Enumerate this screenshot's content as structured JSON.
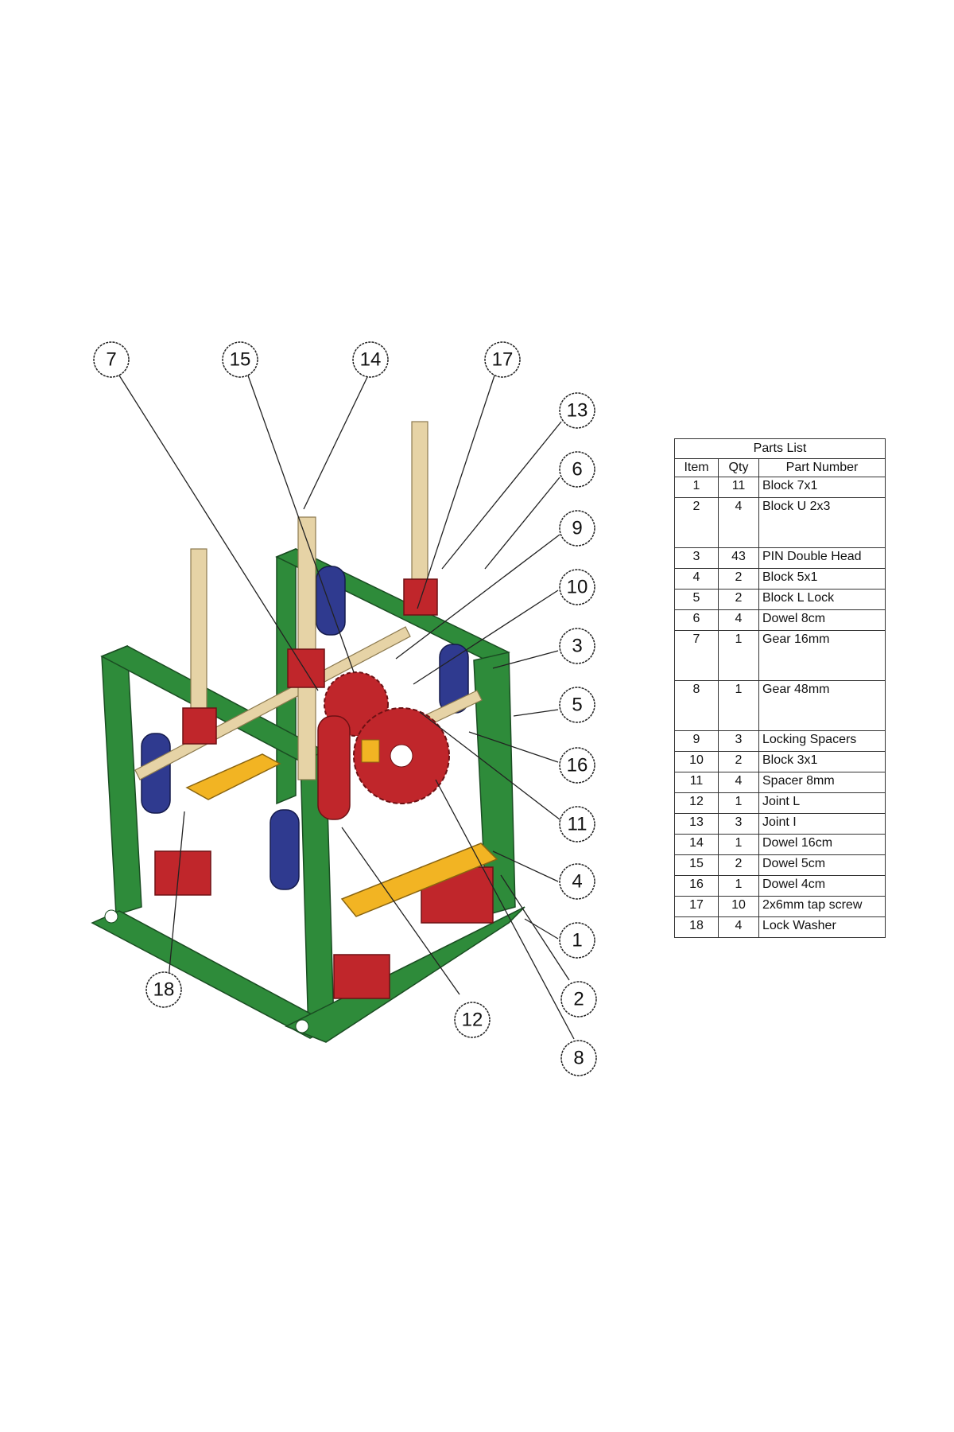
{
  "parts_list": {
    "title": "Parts List",
    "headers": {
      "item": "Item",
      "qty": "Qty",
      "part": "Part Number"
    },
    "rows": [
      {
        "item": "1",
        "qty": "11",
        "part": "Block 7x1",
        "tall": false
      },
      {
        "item": "2",
        "qty": "4",
        "part": "Block U 2x3",
        "tall": true
      },
      {
        "item": "3",
        "qty": "43",
        "part": "PIN Double Head",
        "tall": false
      },
      {
        "item": "4",
        "qty": "2",
        "part": "Block 5x1",
        "tall": false
      },
      {
        "item": "5",
        "qty": "2",
        "part": "Block L Lock",
        "tall": false
      },
      {
        "item": "6",
        "qty": "4",
        "part": "Dowel 8cm",
        "tall": false
      },
      {
        "item": "7",
        "qty": "1",
        "part": "Gear 16mm",
        "tall": true
      },
      {
        "item": "8",
        "qty": "1",
        "part": "Gear 48mm",
        "tall": true
      },
      {
        "item": "9",
        "qty": "3",
        "part": "Locking Spacers",
        "tall": false
      },
      {
        "item": "10",
        "qty": "2",
        "part": "Block 3x1",
        "tall": false
      },
      {
        "item": "11",
        "qty": "4",
        "part": "Spacer 8mm",
        "tall": false
      },
      {
        "item": "12",
        "qty": "1",
        "part": "Joint L",
        "tall": false
      },
      {
        "item": "13",
        "qty": "3",
        "part": "Joint I",
        "tall": false
      },
      {
        "item": "14",
        "qty": "1",
        "part": "Dowel 16cm",
        "tall": false
      },
      {
        "item": "15",
        "qty": "2",
        "part": "Dowel 5cm",
        "tall": false
      },
      {
        "item": "16",
        "qty": "1",
        "part": "Dowel 4cm",
        "tall": false
      },
      {
        "item": "17",
        "qty": "10",
        "part": "2x6mm tap screw",
        "tall": false
      },
      {
        "item": "18",
        "qty": "4",
        "part": "Lock Washer",
        "tall": false
      }
    ]
  },
  "callouts": [
    "7",
    "15",
    "14",
    "17",
    "13",
    "6",
    "9",
    "10",
    "3",
    "5",
    "16",
    "11",
    "4",
    "1",
    "2",
    "8",
    "12",
    "18"
  ],
  "colors": {
    "frame": "#2e8b3a",
    "frame_dark": "#1f6b2a",
    "block": "#c0262b",
    "beam": "#f2b423",
    "bracket": "#2f3a8f",
    "dowel": "#e6d3a6"
  }
}
